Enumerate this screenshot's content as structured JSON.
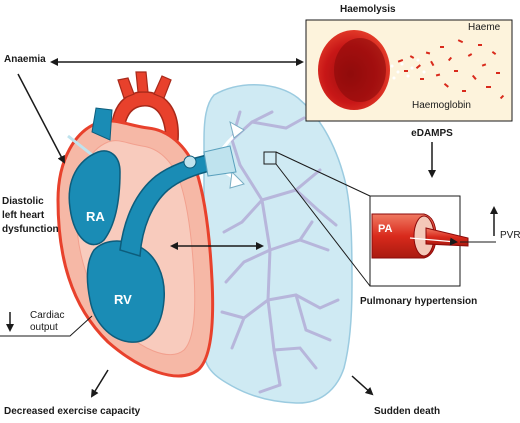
{
  "labels": {
    "haemolysis": "Haemolysis",
    "haeme": "Haeme",
    "haemoglobin": "Haemoglobin",
    "anaemia": "Anaemia",
    "edamps": "eDAMPS",
    "diastolic_1": "Diastolic",
    "diastolic_2": "left heart",
    "diastolic_3": "dysfunction",
    "ra": "RA",
    "rv": "RV",
    "pa": "PA",
    "pvr": "PVR",
    "cardiac_1": "Cardiac",
    "cardiac_2": "output",
    "pulmonary_hypertension": "Pulmonary hypertension",
    "decreased_exercise": "Decreased exercise capacity",
    "sudden_death": "Sudden death"
  },
  "colors": {
    "heart_red": "#e8412c",
    "heart_pink": "#f6b8a6",
    "ra_rv_blue": "#1a8cb5",
    "lung_fill": "#cfeaf3",
    "lung_vessel": "#b7b6db",
    "panel_bg": "#fdf3dc",
    "pa_tube_red": "#d92a1c"
  }
}
